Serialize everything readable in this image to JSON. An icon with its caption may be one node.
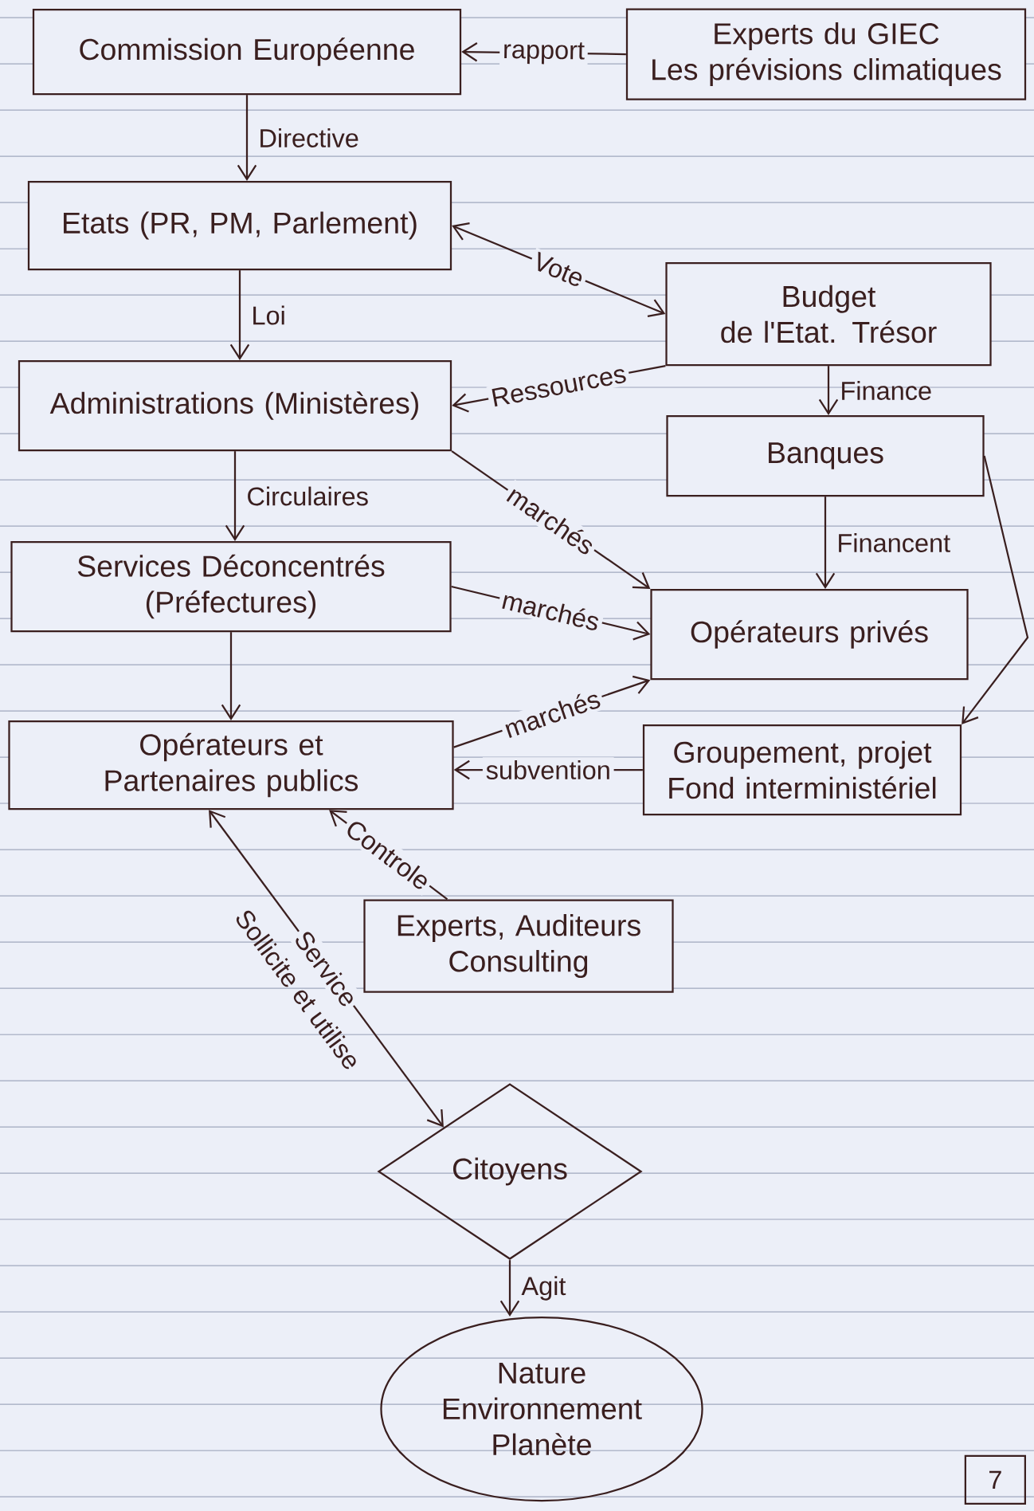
{
  "diagram": {
    "nodes": [
      {
        "text": [
          "Commission Européenne"
        ]
      },
      {
        "text": [
          "Experts du GIEC",
          "Les prévisions climatiques"
        ]
      },
      {
        "text": [
          "Etats (PR, PM, Parlement)"
        ]
      },
      {
        "text": [
          "Budget",
          "de l'Etat. Trésor"
        ]
      },
      {
        "text": [
          "Administrations (Ministères)"
        ]
      },
      {
        "text": [
          "Banques"
        ]
      },
      {
        "text": [
          "Services Déconcentrés (Préfectures)"
        ]
      },
      {
        "text": [
          "Opérateurs privés"
        ]
      },
      {
        "text": [
          "Opérateurs et Partenaires publics"
        ]
      },
      {
        "text": [
          "Groupement, projet Fond interministériel"
        ]
      },
      {
        "text": [
          "Experts, Auditeurs Consulting"
        ]
      },
      {
        "text": [
          "Citoyens"
        ]
      },
      {
        "text": [
          "Nature Environnement Planète"
        ]
      }
    ],
    "edges": [
      {
        "from": 1,
        "to": 0,
        "arrow": "to",
        "label": "rapport"
      },
      {
        "from": 0,
        "to": 2,
        "arrow": "to",
        "label": "Directive"
      },
      {
        "from": 2,
        "to": 3,
        "arrow": "both",
        "label": "Vote"
      },
      {
        "from": 3,
        "to": 4,
        "arrow": "to",
        "label": "Ressources"
      },
      {
        "from": 2,
        "to": 4,
        "arrow": "to",
        "label": "Loi"
      },
      {
        "from": 3,
        "to": 5,
        "arrow": "to",
        "label": "Finance"
      },
      {
        "from": 4,
        "to": 6,
        "arrow": "to",
        "label": "Circulaires"
      },
      {
        "from": 4,
        "to": 7,
        "arrow": "to",
        "label": "marchés"
      },
      {
        "from": 5,
        "to": 7,
        "arrow": "to",
        "label": "Financent"
      },
      {
        "from": 6,
        "to": 7,
        "arrow": "to",
        "label": "marchés"
      },
      {
        "from": 6,
        "to": 8,
        "arrow": "to"
      },
      {
        "from": 8,
        "to": 7,
        "arrow": "to",
        "label": "marchés"
      },
      {
        "from": 9,
        "to": 8,
        "arrow": "to",
        "label": "subvention"
      },
      {
        "from": 5,
        "to": 9,
        "arrow": "to"
      },
      {
        "from": 10,
        "to": 8,
        "arrow": "to",
        "label": "Controle"
      },
      {
        "from": 8,
        "to": 11,
        "arrow": "both",
        "label": "Service"
      },
      {
        "from": 11,
        "to": 12,
        "arrow": "to",
        "label": "Agit"
      }
    ],
    "labels": [
      "Sollicite et utilise",
      "7"
    ]
  }
}
